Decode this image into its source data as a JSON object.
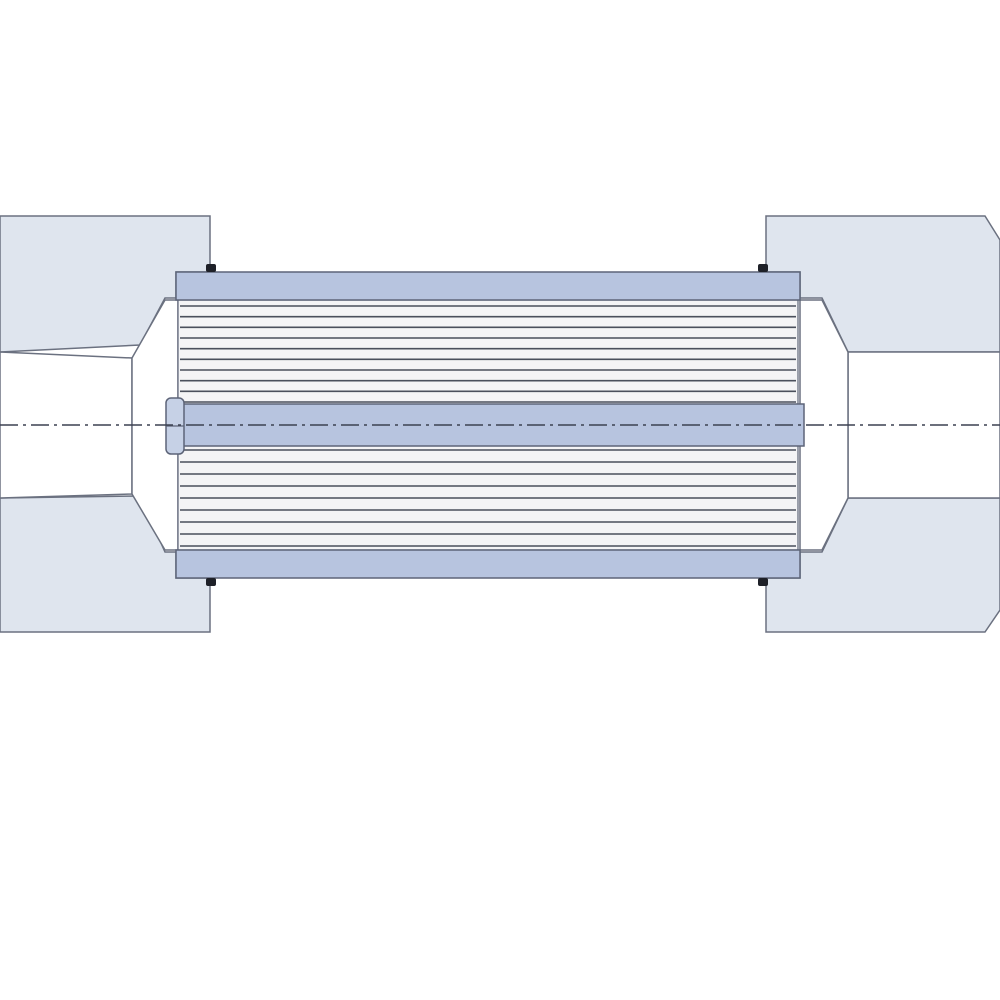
{
  "colors": {
    "background": "#ffffff",
    "end_fitting_fill": "#dfe5ee",
    "end_fitting_stroke": "#6b7180",
    "tube_fill": "#b7c4df",
    "tube_stroke": "#5d6478",
    "fin_line": "#4a4f5c",
    "fin_gap": "#f4f4f6",
    "centerline": "#3c4150",
    "seal_mark": "#1e2028"
  },
  "icons": {
    "left_end_fitting": "hex-fitting-left",
    "right_end_fitting": "hex-fitting-right",
    "core": "finned-tube-core",
    "axis": "dash-dot-centerline"
  },
  "core": {
    "upper_fin_count": 9,
    "lower_fin_count": 8
  }
}
